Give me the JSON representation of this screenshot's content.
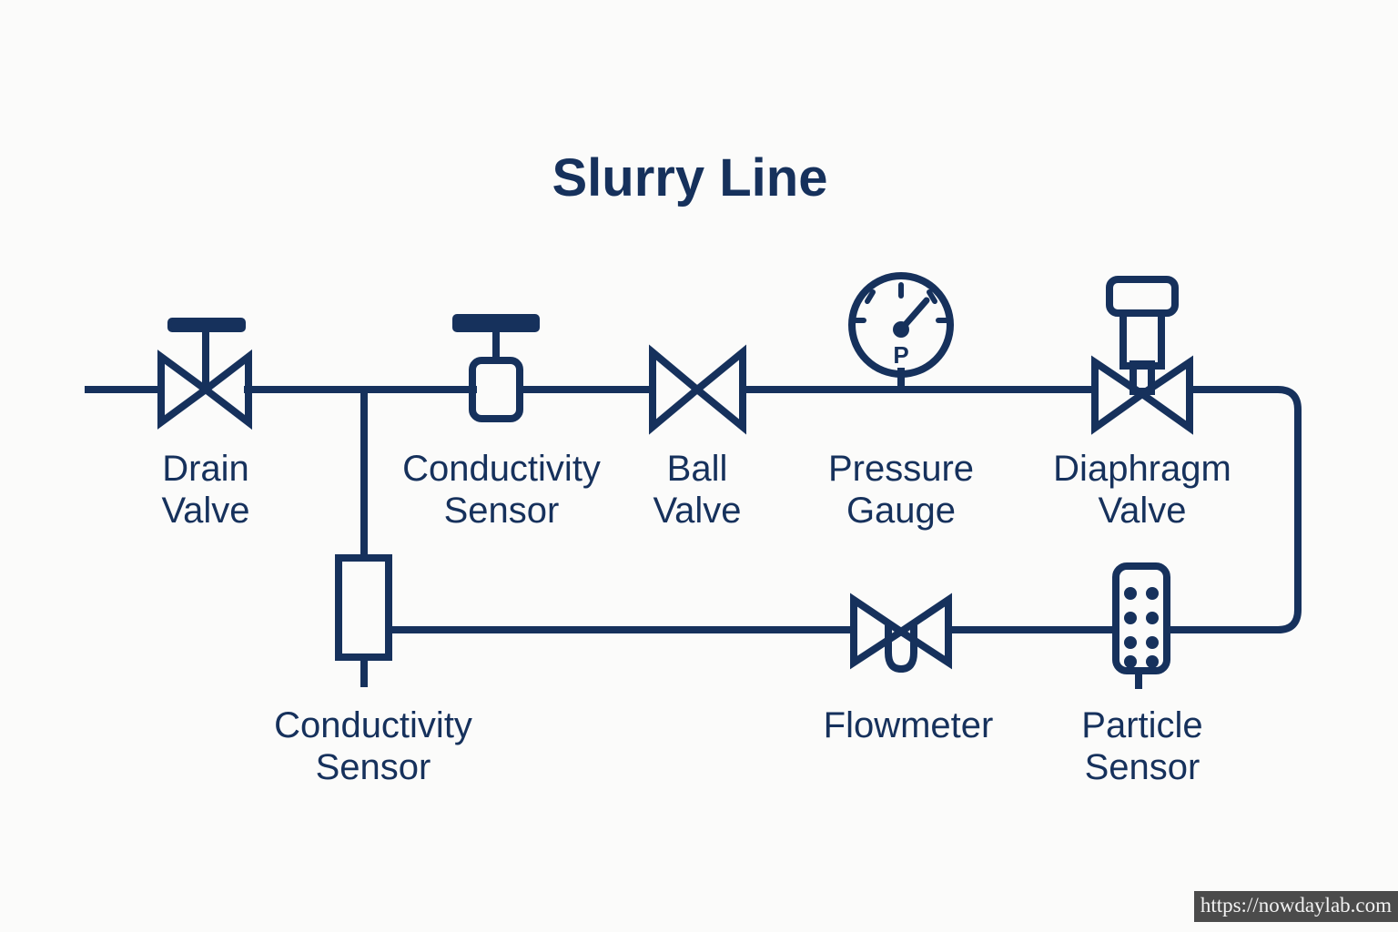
{
  "page": {
    "title": "Slurry Line",
    "background_color": "#fbfbfa",
    "line_color": "#16315c",
    "text_color": "#16315c"
  },
  "diagram": {
    "type": "piping-and-instrumentation",
    "title": "Slurry Line",
    "components": [
      {
        "id": "drain-valve",
        "symbol": "gate-valve-with-handwheel",
        "label_lines": [
          "Drain",
          "Valve"
        ],
        "label_full": "Drain Valve",
        "row": "top",
        "order": 1
      },
      {
        "id": "conductivity-sensor-top",
        "symbol": "inline-sensor-box-with-handle",
        "label_lines": [
          "Conductivity",
          "Sensor"
        ],
        "label_full": "Conductivity Sensor",
        "row": "top",
        "order": 2
      },
      {
        "id": "ball-valve",
        "symbol": "bowtie-valve",
        "label_lines": [
          "Ball",
          "Valve"
        ],
        "label_full": "Ball Valve",
        "row": "top",
        "order": 3
      },
      {
        "id": "pressure-gauge",
        "symbol": "dial-gauge",
        "gauge_letter": "P",
        "label_lines": [
          "Pressure",
          "Gauge"
        ],
        "label_full": "Pressure Gauge",
        "row": "top",
        "order": 4
      },
      {
        "id": "diaphragm-valve",
        "symbol": "bowtie-valve-with-diaphragm-actuator",
        "label_lines": [
          "Diaphragm",
          "Valve"
        ],
        "label_full": "Diaphragm Valve",
        "row": "top",
        "order": 5
      },
      {
        "id": "conductivity-sensor-bottom",
        "symbol": "vertical-sensor-box",
        "label_lines": [
          "Conductivity",
          "Sensor"
        ],
        "label_full": "Conductivity Sensor",
        "row": "bottom",
        "order": 1
      },
      {
        "id": "flowmeter",
        "symbol": "bowtie-valve-with-u-element",
        "label_lines": [
          "Flowmeter"
        ],
        "label_full": "Flowmeter",
        "row": "bottom",
        "order": 2
      },
      {
        "id": "particle-sensor",
        "symbol": "dotted-sensor-box",
        "dot_count": 8,
        "label_lines": [
          "Particle",
          "Sensor"
        ],
        "label_full": "Particle Sensor",
        "row": "bottom",
        "order": 3
      }
    ]
  },
  "watermark": {
    "text": "https://nowdaylab.com"
  }
}
